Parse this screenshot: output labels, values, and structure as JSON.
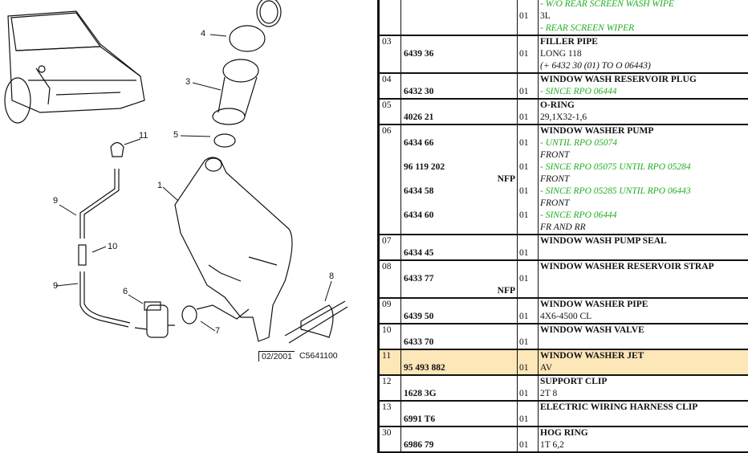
{
  "diagram": {
    "callouts": [
      "1",
      "3",
      "4",
      "5",
      "6",
      "7",
      "8",
      "9",
      "9",
      "10",
      "11"
    ],
    "date": "02/2001",
    "code": "C5641100"
  },
  "accent": {
    "green": "#1fae1f",
    "highlight": "#fde6b8"
  },
  "rows": [
    {
      "lines": [
        {
          "ref": "",
          "part": "",
          "nfp": "",
          "qty": "",
          "text": "- W/O REAR SCREEN WASH WIPE",
          "style": "green"
        },
        {
          "ref": "",
          "part": "",
          "nfp": "",
          "qty": "01",
          "text": "3L",
          "style": "plain"
        },
        {
          "ref": "",
          "part": "",
          "nfp": "",
          "qty": "",
          "text": "- REAR SCREEN WIPER",
          "style": "green"
        }
      ]
    },
    {
      "lines": [
        {
          "ref": "03",
          "part": "",
          "nfp": "",
          "qty": "",
          "text": "FILLER PIPE",
          "style": "title"
        },
        {
          "ref": "",
          "part": "6439 36",
          "nfp": "",
          "qty": "01",
          "text": "LONG 118",
          "style": "plain"
        },
        {
          "ref": "",
          "part": "",
          "nfp": "",
          "qty": "",
          "text": "(+ 6432 30 (01) TO O 06443)",
          "style": "ital"
        }
      ]
    },
    {
      "lines": [
        {
          "ref": "04",
          "part": "",
          "nfp": "",
          "qty": "",
          "text": "WINDOW WASH RESERVOIR PLUG",
          "style": "title"
        },
        {
          "ref": "",
          "part": "6432 30",
          "nfp": "",
          "qty": "01",
          "text": "- SINCE RPO 06444",
          "style": "green"
        }
      ]
    },
    {
      "lines": [
        {
          "ref": "05",
          "part": "",
          "nfp": "",
          "qty": "",
          "text": "O-RING",
          "style": "title"
        },
        {
          "ref": "",
          "part": "4026 21",
          "nfp": "",
          "qty": "01",
          "text": "29,1X32-1,6",
          "style": "plain"
        }
      ]
    },
    {
      "lines": [
        {
          "ref": "06",
          "part": "",
          "nfp": "",
          "qty": "",
          "text": "WINDOW WASHER PUMP",
          "style": "title"
        },
        {
          "ref": "",
          "part": "6434 66",
          "nfp": "",
          "qty": "01",
          "text": "- UNTIL RPO 05074",
          "style": "green"
        },
        {
          "ref": "",
          "part": "",
          "nfp": "",
          "qty": "",
          "text": "FRONT",
          "style": "ital"
        },
        {
          "ref": "",
          "part": "96 119 202",
          "nfp": "",
          "qty": "01",
          "text": "- SINCE RPO 05075 UNTIL RPO 05284",
          "style": "green"
        },
        {
          "ref": "",
          "part": "",
          "nfp": "NFP",
          "qty": "",
          "text": "FRONT",
          "style": "ital"
        },
        {
          "ref": "",
          "part": "6434 58",
          "nfp": "",
          "qty": "01",
          "text": "- SINCE RPO 05285 UNTIL RPO 06443",
          "style": "green"
        },
        {
          "ref": "",
          "part": "",
          "nfp": "",
          "qty": "",
          "text": "FRONT",
          "style": "ital"
        },
        {
          "ref": "",
          "part": "6434 60",
          "nfp": "",
          "qty": "01",
          "text": "- SINCE RPO 06444",
          "style": "green"
        },
        {
          "ref": "",
          "part": "",
          "nfp": "",
          "qty": "",
          "text": "FR AND RR",
          "style": "ital"
        }
      ]
    },
    {
      "lines": [
        {
          "ref": "07",
          "part": "",
          "nfp": "",
          "qty": "",
          "text": "WINDOW WASH PUMP SEAL",
          "style": "title"
        },
        {
          "ref": "",
          "part": "6434 45",
          "nfp": "",
          "qty": "01",
          "text": "",
          "style": "plain"
        }
      ]
    },
    {
      "lines": [
        {
          "ref": "08",
          "part": "",
          "nfp": "",
          "qty": "",
          "text": "WINDOW WASHER RESERVOIR STRAP",
          "style": "title"
        },
        {
          "ref": "",
          "part": "6433 77",
          "nfp": "",
          "qty": "01",
          "text": "",
          "style": "plain"
        },
        {
          "ref": "",
          "part": "",
          "nfp": "NFP",
          "qty": "",
          "text": "",
          "style": "plain"
        }
      ]
    },
    {
      "lines": [
        {
          "ref": "09",
          "part": "",
          "nfp": "",
          "qty": "",
          "text": "WINDOW WASHER PIPE",
          "style": "title"
        },
        {
          "ref": "",
          "part": "6439 50",
          "nfp": "",
          "qty": "01",
          "text": "4X6-4500 CL",
          "style": "plain"
        }
      ]
    },
    {
      "lines": [
        {
          "ref": "10",
          "part": "",
          "nfp": "",
          "qty": "",
          "text": "WINDOW WASH VALVE",
          "style": "title"
        },
        {
          "ref": "",
          "part": "6433 70",
          "nfp": "",
          "qty": "01",
          "text": "",
          "style": "plain"
        }
      ]
    },
    {
      "highlight": true,
      "lines": [
        {
          "ref": "11",
          "part": "",
          "nfp": "",
          "qty": "",
          "text": "WINDOW WASHER JET",
          "style": "title"
        },
        {
          "ref": "",
          "part": "95 493 882",
          "nfp": "",
          "qty": "01",
          "text": "AV",
          "style": "plain"
        }
      ]
    },
    {
      "lines": [
        {
          "ref": "12",
          "part": "",
          "nfp": "",
          "qty": "",
          "text": "SUPPORT CLIP",
          "style": "title"
        },
        {
          "ref": "",
          "part": "1628 3G",
          "nfp": "",
          "qty": "01",
          "text": "2T 8",
          "style": "plain"
        }
      ]
    },
    {
      "lines": [
        {
          "ref": "13",
          "part": "",
          "nfp": "",
          "qty": "",
          "text": "ELECTRIC WIRING HARNESS CLIP",
          "style": "title"
        },
        {
          "ref": "",
          "part": "6991 T6",
          "nfp": "",
          "qty": "01",
          "text": "",
          "style": "plain"
        }
      ]
    },
    {
      "lines": [
        {
          "ref": "30",
          "part": "",
          "nfp": "",
          "qty": "",
          "text": "HOG RING",
          "style": "title"
        },
        {
          "ref": "",
          "part": "6986 79",
          "nfp": "",
          "qty": "01",
          "text": "1T 6,2",
          "style": "plain"
        }
      ]
    }
  ]
}
